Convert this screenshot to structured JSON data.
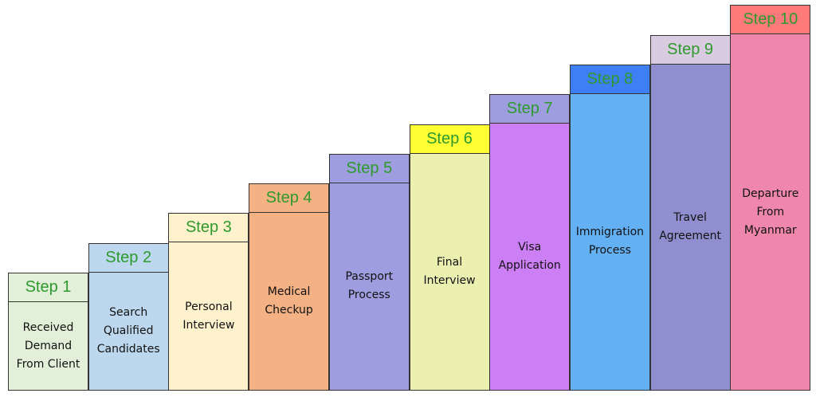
{
  "steps": [
    {
      "label": "Step 1",
      "text": "Received Demand From Client",
      "header_color": "#e2efd9",
      "body_color": "#e2efd9"
    },
    {
      "label": "Step 2",
      "text": "Search Qualified Candidates",
      "header_color": "#bdd7ee",
      "body_color": "#bdd7ee"
    },
    {
      "label": "Step 3",
      "text": "Personal Interview",
      "header_color": "#fff2cc",
      "body_color": "#fff2cc"
    },
    {
      "label": "Step 4",
      "text": "Medical Checkup",
      "header_color": "#f4b183",
      "body_color": "#f4b183"
    },
    {
      "label": "Step 5",
      "text": "Passport Process",
      "header_color": "#9d9de0",
      "body_color": "#9d9de0"
    },
    {
      "label": "Step 6",
      "text": "Final Interview",
      "header_color": "#ffff33",
      "body_color": "#ebf0b0"
    },
    {
      "label": "Step 7",
      "text": "Visa Application",
      "header_color": "#9d9de0",
      "body_color": "#cc7ff5"
    },
    {
      "label": "Step 8",
      "text": "Immigration Process",
      "header_color": "#3f7ff5",
      "body_color": "#64b0f5"
    },
    {
      "label": "Step 9",
      "text": "Travel Agreement",
      "header_color": "#d9cce0",
      "body_color": "#8f8fd0"
    },
    {
      "label": "Step 10",
      "text": "Departure From Myanmar",
      "header_color": "#ff7a7a",
      "body_color": "#ef87ad"
    }
  ]
}
